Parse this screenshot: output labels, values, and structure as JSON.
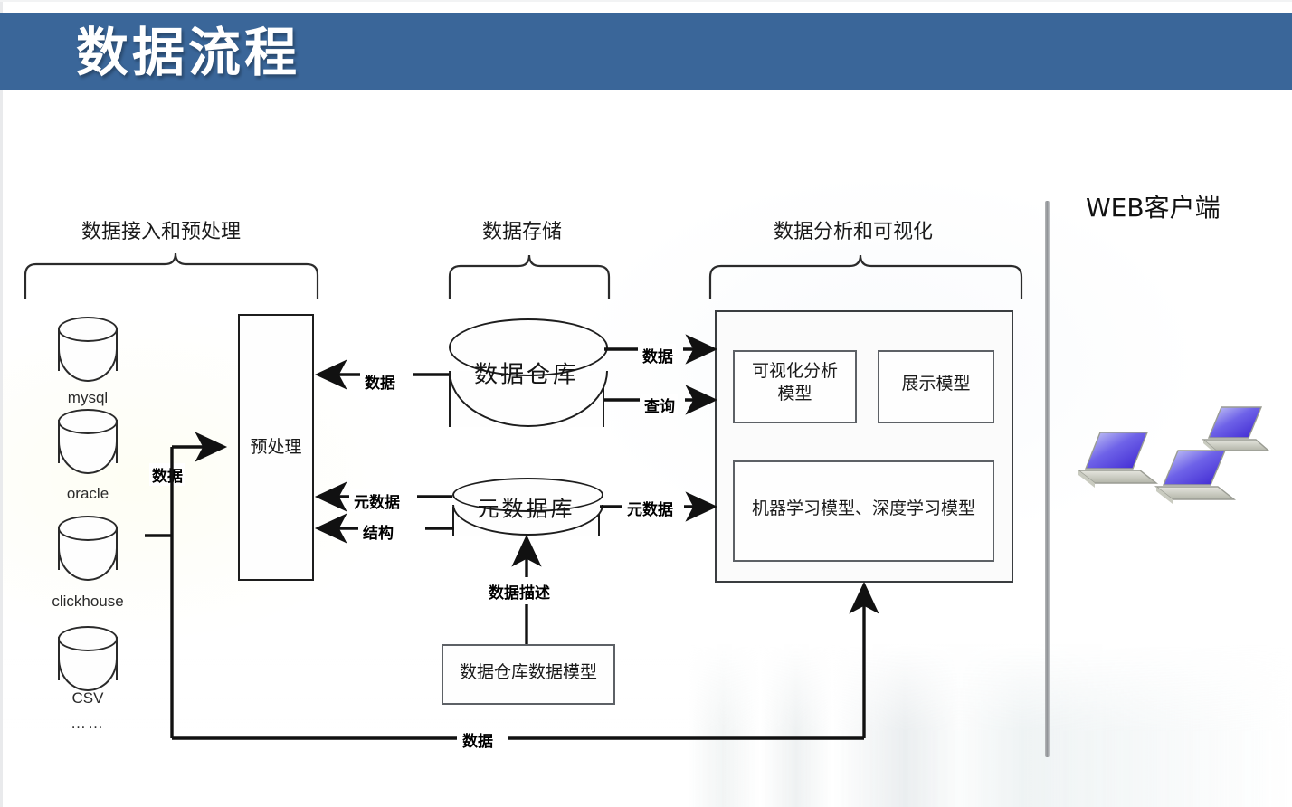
{
  "slide": {
    "title": "数据流程",
    "banner_color": "#3a6699",
    "background_color": "#ffffff"
  },
  "groups": [
    {
      "id": "ingest",
      "label": "数据接入和预处理"
    },
    {
      "id": "storage",
      "label": "数据存储"
    },
    {
      "id": "analysis",
      "label": "数据分析和可视化"
    }
  ],
  "sources": [
    {
      "icon": "database-cylinder-icon",
      "label": "mysql"
    },
    {
      "icon": "database-cylinder-icon",
      "label": "oracle"
    },
    {
      "icon": "database-cylinder-icon",
      "label": "clickhouse"
    },
    {
      "icon": "database-cylinder-icon",
      "label": "CSV"
    },
    {
      "icon": "ellipsis-icon",
      "label": "……"
    }
  ],
  "nodes": {
    "preprocess": {
      "label": "预处理"
    },
    "data_warehouse": {
      "label": "数据仓库"
    },
    "metadata_db": {
      "label": "元数据库"
    },
    "dw_data_model": {
      "label": "数据仓库数据模型"
    },
    "viz_analysis_model": {
      "label": "可视化分析\n模型"
    },
    "presentation_model": {
      "label": "展示模型"
    },
    "ml_dl_model": {
      "label": "机器学习模型、深度学习模型"
    }
  },
  "flows": [
    {
      "id": "src-to-preprocess",
      "label": "数据"
    },
    {
      "id": "dw-to-preprocess",
      "label": "数据"
    },
    {
      "id": "dw-to-analysis-data",
      "label": "数据"
    },
    {
      "id": "dw-to-analysis-query",
      "label": "查询"
    },
    {
      "id": "meta-to-preprocess",
      "label": "元数据"
    },
    {
      "id": "meta-struct",
      "label": "结构"
    },
    {
      "id": "meta-to-analysis",
      "label": "元数据"
    },
    {
      "id": "model-to-meta",
      "label": "数据描述"
    },
    {
      "id": "bottom-data",
      "label": "数据"
    }
  ],
  "client": {
    "title": "WEB客户端",
    "divider": "vertical-divider",
    "devices": [
      {
        "icon": "laptop-icon"
      },
      {
        "icon": "laptop-icon"
      },
      {
        "icon": "laptop-icon"
      }
    ]
  }
}
